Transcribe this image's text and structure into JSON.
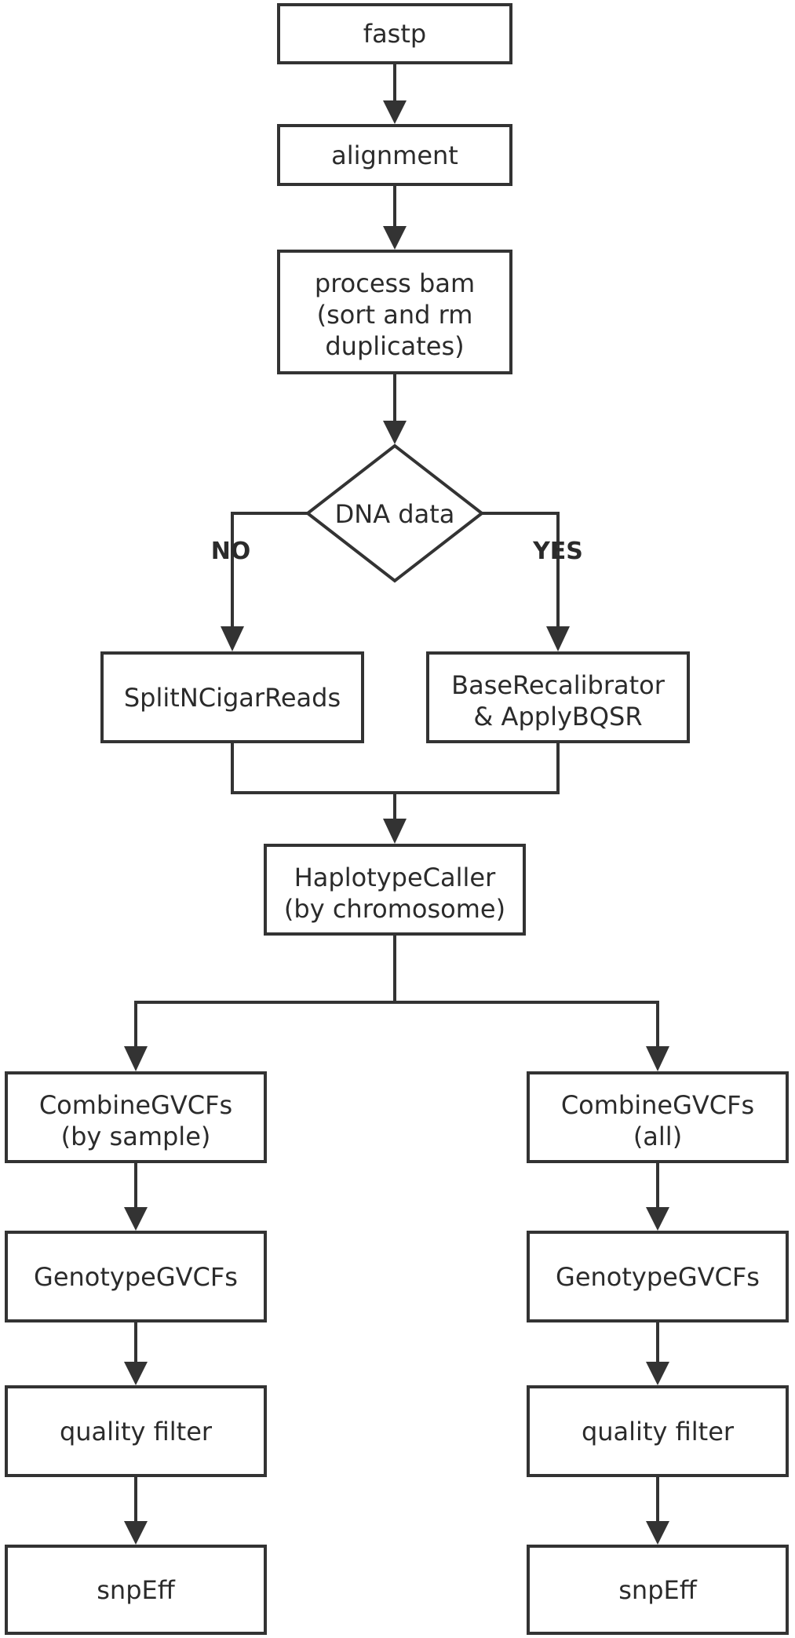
{
  "colors": {
    "stroke": "#333333",
    "text": "#2b2b2b",
    "background": "#ffffff"
  },
  "nodes": {
    "fastp": [
      "fastp"
    ],
    "alignment": [
      "alignment"
    ],
    "process_bam": [
      "process bam",
      "(sort and rm",
      "duplicates)"
    ],
    "dna_data": [
      "DNA data"
    ],
    "split_n_cigar": [
      "SplitNCigarReads"
    ],
    "base_recal": [
      "BaseRecalibrator",
      "& ApplyBQSR"
    ],
    "haplotype_caller": [
      "HaplotypeCaller",
      "(by chromosome)"
    ],
    "combine_by_sample": [
      "CombineGVCFs",
      "(by sample)"
    ],
    "combine_all": [
      "CombineGVCFs",
      "(all)"
    ],
    "genotype_left": [
      "GenotypeGVCFs"
    ],
    "genotype_right": [
      "GenotypeGVCFs"
    ],
    "quality_left": [
      "quality filter"
    ],
    "quality_right": [
      "quality filter"
    ],
    "snpeff_left": [
      "snpEff"
    ],
    "snpeff_right": [
      "snpEff"
    ]
  },
  "branch_labels": {
    "no": "NO",
    "yes": "YES"
  }
}
